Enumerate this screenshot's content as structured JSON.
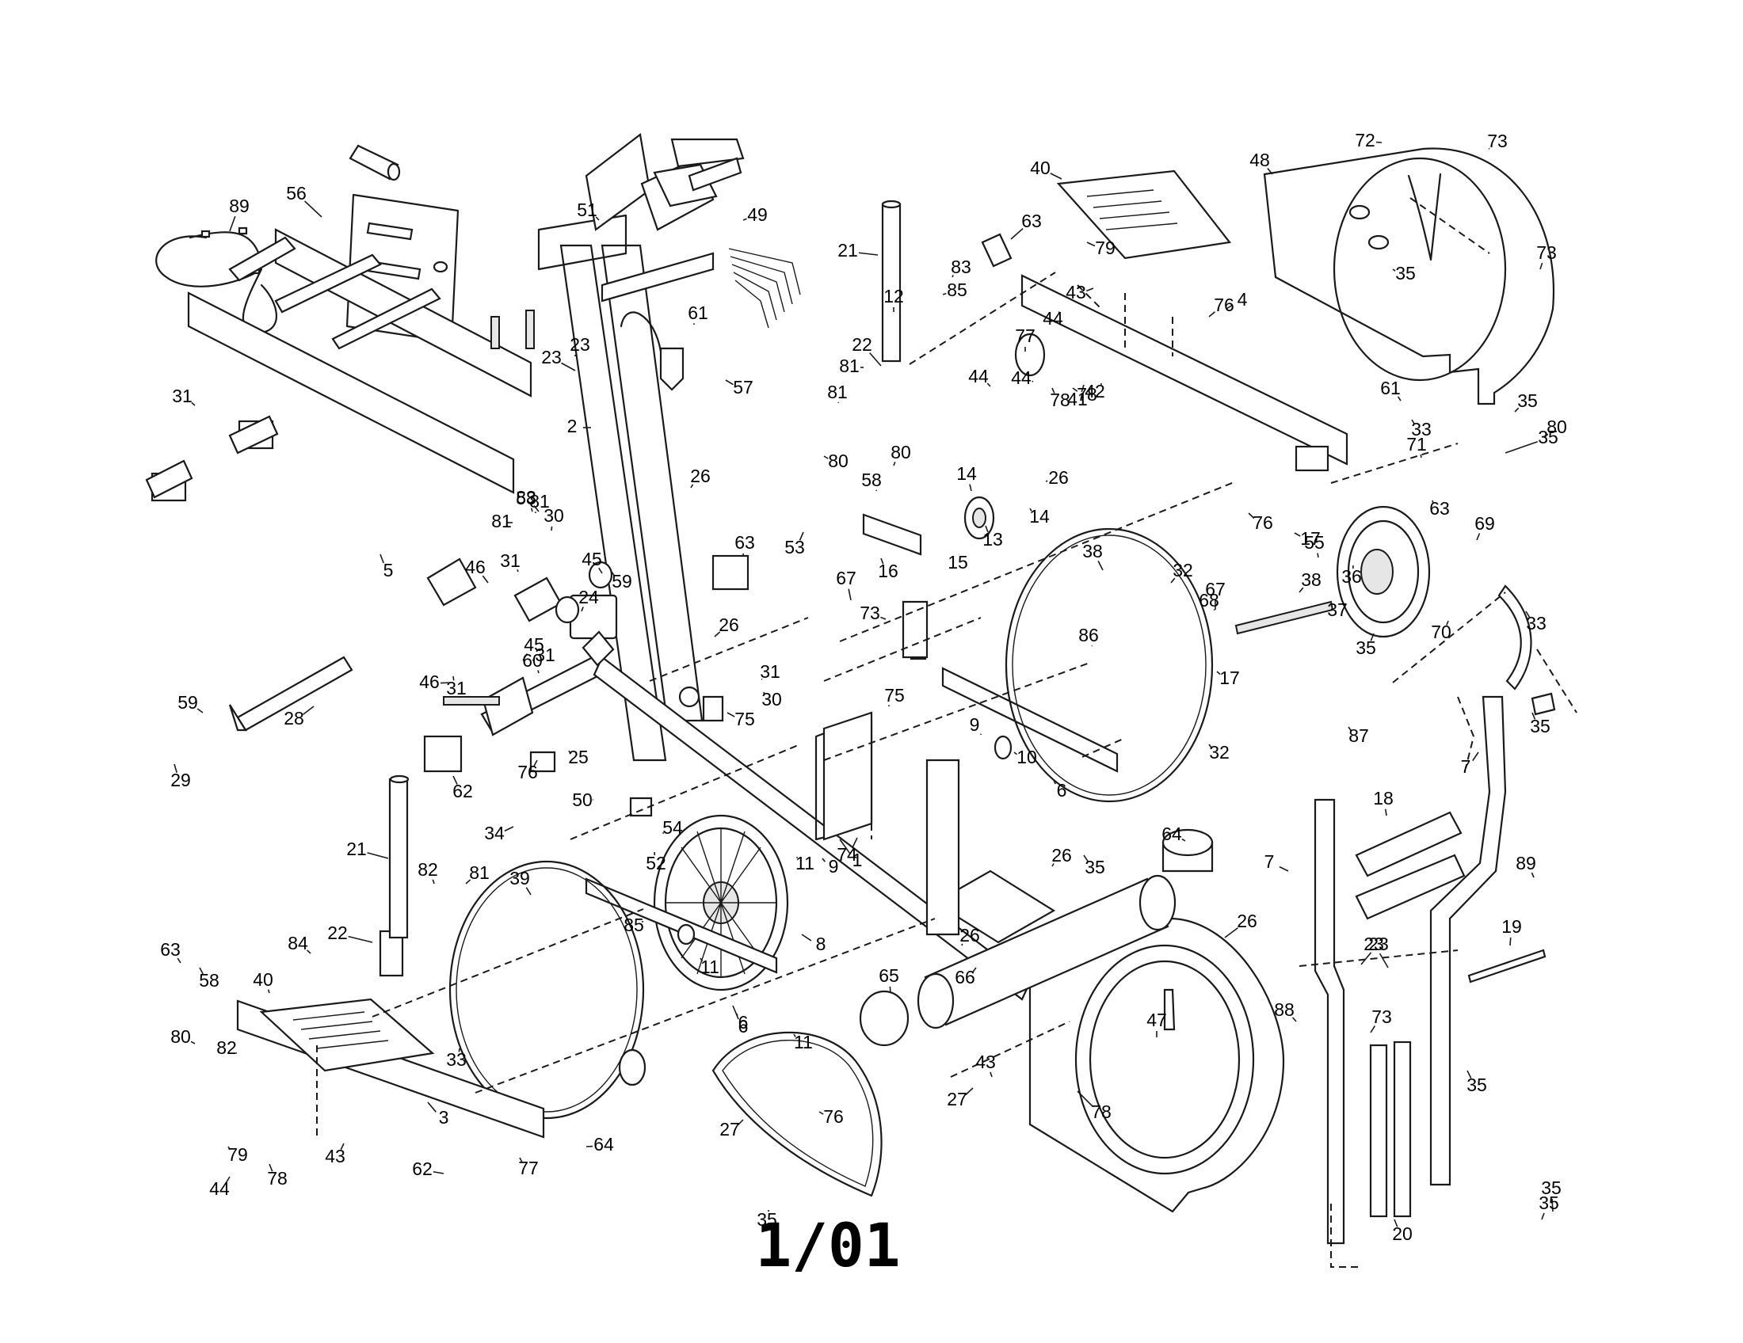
{
  "diagram": {
    "revision_label": "1/01",
    "callouts": [
      "1",
      "2",
      "3",
      "4",
      "5",
      "6",
      "6",
      "6",
      "7",
      "7",
      "8",
      "9",
      "9",
      "10",
      "11",
      "11",
      "11",
      "12",
      "13",
      "14",
      "14",
      "15",
      "16",
      "17",
      "17",
      "18",
      "19",
      "20",
      "21",
      "21",
      "22",
      "22",
      "23",
      "23",
      "23",
      "23",
      "24",
      "25",
      "26",
      "26",
      "26",
      "26",
      "26",
      "26",
      "27",
      "27",
      "28",
      "29",
      "30",
      "30",
      "31",
      "31",
      "31",
      "31",
      "31",
      "32",
      "32",
      "33",
      "33",
      "33",
      "34",
      "35",
      "35",
      "35",
      "35",
      "35",
      "35",
      "35",
      "35",
      "35",
      "35",
      "36",
      "37",
      "38",
      "38",
      "39",
      "40",
      "40",
      "41",
      "42",
      "43",
      "43",
      "43",
      "44",
      "44",
      "44",
      "44",
      "45",
      "45",
      "46",
      "46",
      "47",
      "48",
      "49",
      "50",
      "51",
      "52",
      "53",
      "54",
      "55",
      "56",
      "57",
      "58",
      "58",
      "58",
      "59",
      "59",
      "60",
      "61",
      "61",
      "62",
      "62",
      "63",
      "63",
      "63",
      "63",
      "64",
      "64",
      "65",
      "66",
      "67",
      "67",
      "68",
      "69",
      "70",
      "71",
      "72",
      "73",
      "73",
      "73",
      "73",
      "74",
      "75",
      "75",
      "76",
      "76",
      "76",
      "76",
      "77",
      "77",
      "78",
      "78",
      "78",
      "78",
      "79",
      "79",
      "80",
      "80",
      "80",
      "80",
      "81",
      "81",
      "81",
      "81",
      "81",
      "82",
      "82",
      "83",
      "83",
      "84",
      "85",
      "85",
      "86",
      "87",
      "88",
      "89",
      "89"
    ]
  }
}
